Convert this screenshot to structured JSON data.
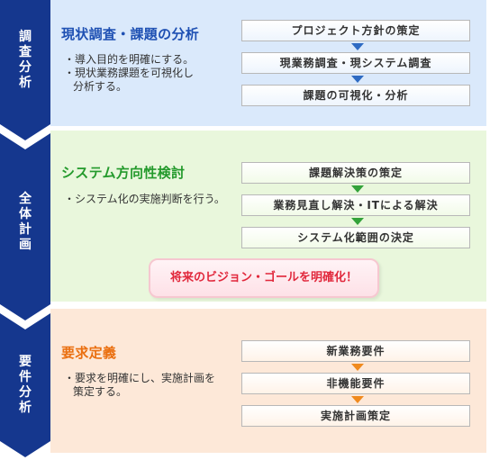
{
  "colors": {
    "phase_bar": "#15378e",
    "phase1_bg": "#dae9fb",
    "phase2_bg": "#e9f7dc",
    "phase3_bg": "#fde8d8",
    "phase1_heading": "#1e50b3",
    "phase2_heading": "#249a2c",
    "phase3_heading": "#ea6f10",
    "vision_text": "#e1283c"
  },
  "phases": [
    {
      "label": "調\n査\n分\n析",
      "heading": "現状調査・課題の分析",
      "notes": [
        "導入目的を明確にする。",
        "現状業務課題を可視化し\n分析する。"
      ],
      "steps": [
        "プロジェクト方針の策定",
        "現業務調査・現システム調査",
        "課題の可視化・分析"
      ]
    },
    {
      "label": "全\n体\n計\n画",
      "heading": "システム方向性検討",
      "notes": [
        "システム化の実施判断を行う。"
      ],
      "steps": [
        "課題解決策の策定",
        "業務見直し解決・ITによる解決",
        "システム化範囲の決定"
      ]
    },
    {
      "label": "要\n件\n分\n析",
      "heading": "要求定義",
      "notes": [
        "要求を明確にし、実施計画を\n策定する。"
      ],
      "steps": [
        "新業務要件",
        "非機能要件",
        "実施計画策定"
      ]
    }
  ],
  "vision": "将来のビジョン・ゴールを明確化！"
}
